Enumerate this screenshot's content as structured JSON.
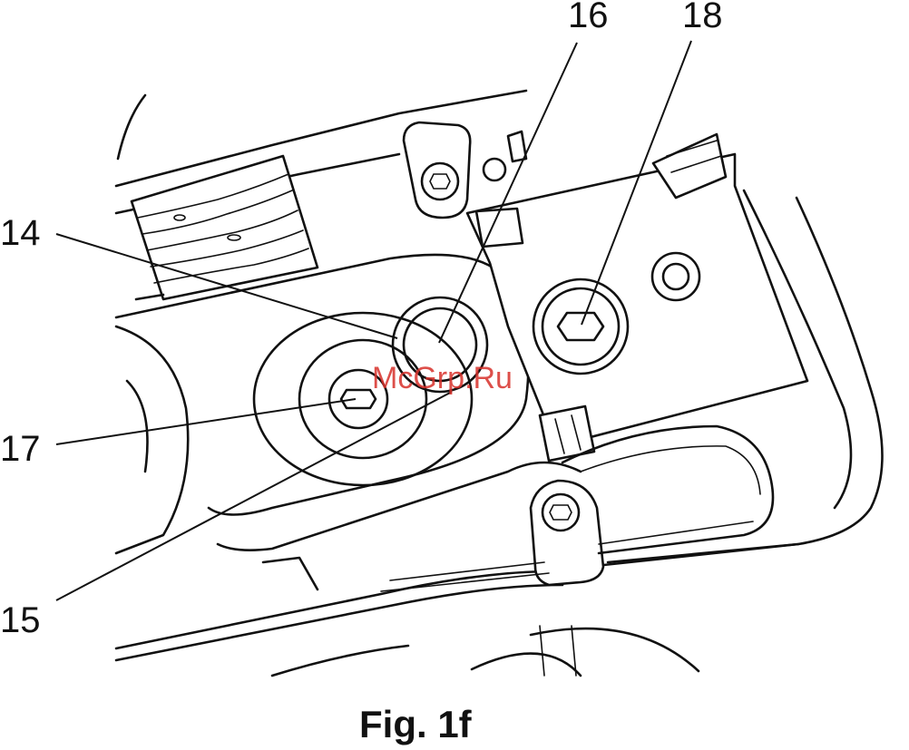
{
  "callouts": {
    "c14": "14",
    "c15": "15",
    "c16": "16",
    "c17": "17",
    "c18": "18"
  },
  "caption": "Fig. 1f",
  "watermark": "McGrp.Ru",
  "colors": {
    "line": "#111111",
    "watermark": "#d8312b",
    "background": "#ffffff"
  }
}
